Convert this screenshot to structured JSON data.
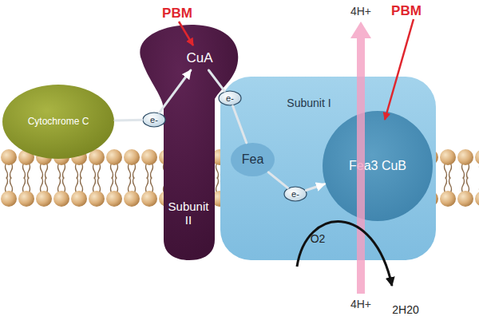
{
  "diagram": {
    "nodes": [
      {
        "text": [
          "Cytochrome C"
        ]
      },
      {
        "text": [
          "Subunit II"
        ]
      },
      {
        "text": [
          "CuA"
        ],
        "in": 1
      },
      {
        "text": [
          "Subunit I"
        ]
      },
      {
        "text": [
          "Fea"
        ],
        "in": 3
      },
      {
        "text": [
          "Fea3 CuB"
        ],
        "in": 3
      },
      {
        "text": [
          "e-"
        ]
      },
      {
        "text": [
          "e-"
        ]
      },
      {
        "text": [
          "e-"
        ],
        "in": 3
      }
    ],
    "edges": [
      {
        "from": 0,
        "to": 6,
        "arrow": "none"
      },
      {
        "from": 6,
        "to": 2,
        "arrow": "to"
      },
      {
        "from": 2,
        "to": 7,
        "arrow": "none"
      },
      {
        "from": 7,
        "to": 4,
        "arrow": "none"
      },
      {
        "from": 4,
        "to": 8,
        "arrow": "none"
      },
      {
        "from": 8,
        "to": 5,
        "arrow": "to"
      }
    ],
    "labels": [
      "PBM",
      "PBM",
      "4H+",
      "4H+",
      "O2",
      "2H20"
    ]
  }
}
